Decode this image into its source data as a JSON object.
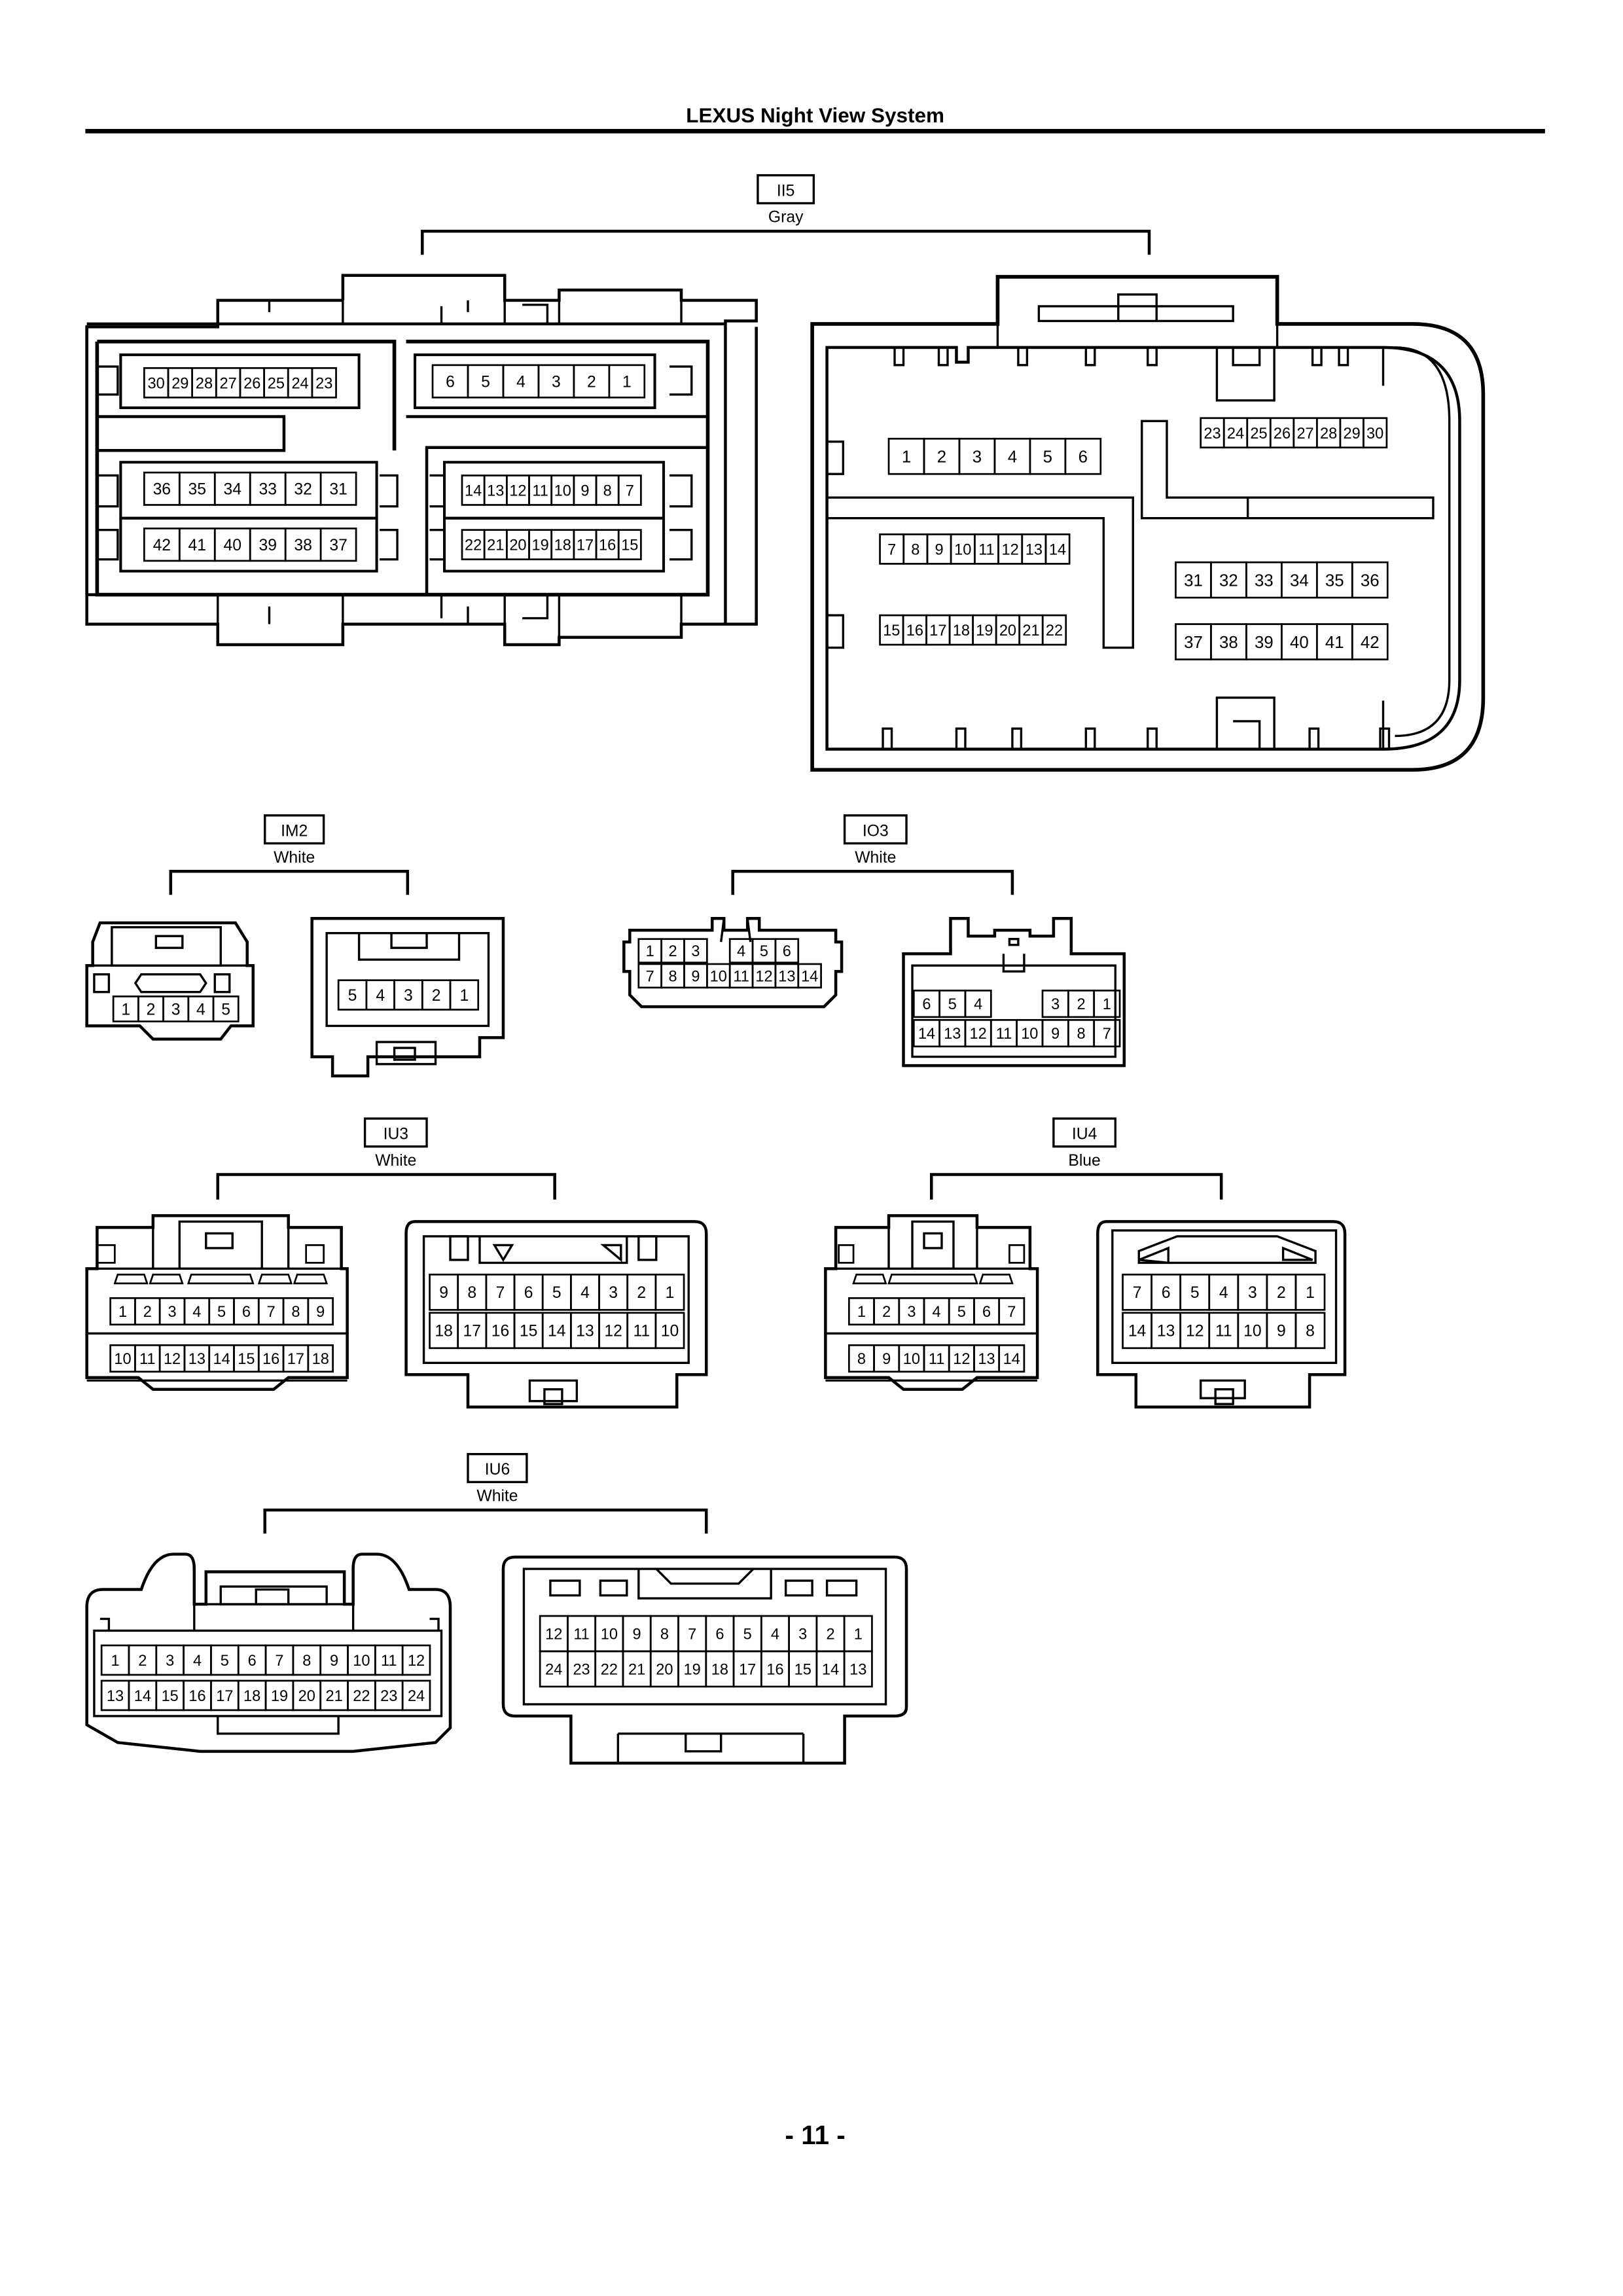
{
  "page": {
    "title": "LEXUS Night View System",
    "page_number": "- 11 -"
  },
  "connectors": {
    "II5": {
      "code": "II5",
      "color": "Gray"
    },
    "IM2": {
      "code": "IM2",
      "color": "White"
    },
    "IO3": {
      "code": "IO3",
      "color": "White"
    },
    "IU3": {
      "code": "IU3",
      "color": "White"
    },
    "IU4": {
      "code": "IU4",
      "color": "Blue"
    },
    "IU6": {
      "code": "IU6",
      "color": "White"
    }
  }
}
